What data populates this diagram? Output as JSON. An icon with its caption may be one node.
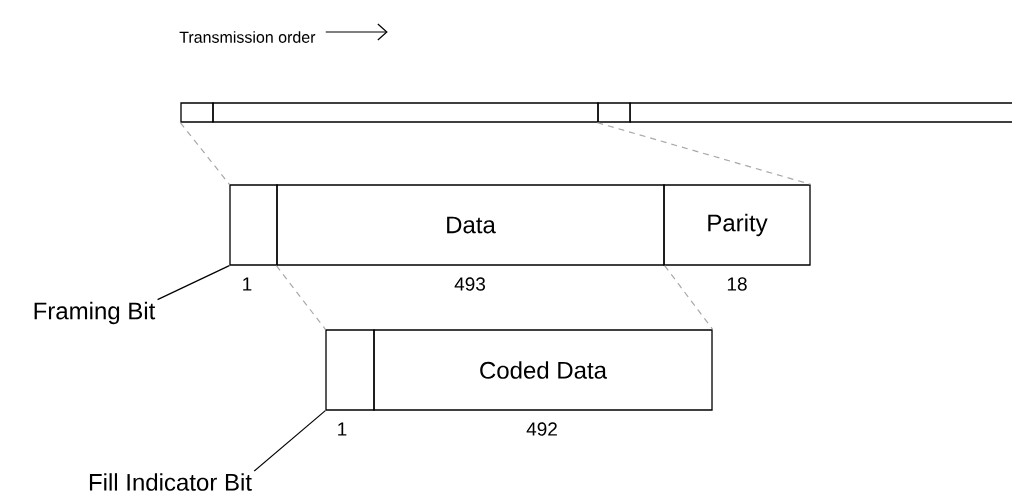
{
  "diagram": {
    "nodes": [
      {
        "text": [],
        "shape": "box"
      },
      {
        "text": [],
        "shape": "box"
      },
      {
        "text": [],
        "shape": "box"
      },
      {
        "text": [],
        "shape": "box"
      },
      {
        "text": [],
        "shape": "box",
        "beside": [
          "1"
        ]
      },
      {
        "text": [
          "Data"
        ],
        "beside": [
          "493"
        ]
      },
      {
        "text": [
          "Parity"
        ],
        "beside": [
          "18"
        ]
      },
      {
        "text": [],
        "shape": "box",
        "beside": [
          "1"
        ]
      },
      {
        "text": [
          "Coded Data"
        ],
        "beside": [
          "492"
        ]
      },
      {
        "text": [
          "Framing Bit"
        ]
      },
      {
        "text": [
          "Fill Indicator Bit"
        ]
      }
    ],
    "edges": [
      {
        "from": 0,
        "to": 4,
        "arrow": "none",
        "style": "dashed",
        "color": "#a8a8a8"
      },
      {
        "from": 2,
        "to": 6,
        "arrow": "none",
        "style": "dashed",
        "color": "#a8a8a8"
      },
      {
        "from": 5,
        "to": 7,
        "arrow": "none",
        "style": "dashed",
        "color": "#a8a8a8"
      },
      {
        "from": 5,
        "to": 8,
        "arrow": "none",
        "style": "dashed",
        "color": "#a8a8a8"
      },
      {
        "from": 9,
        "to": 4,
        "arrow": "none",
        "color": "#000000"
      },
      {
        "from": 10,
        "to": 7,
        "arrow": "none",
        "color": "#000000"
      }
    ],
    "labels": [
      "Transmission order"
    ]
  }
}
